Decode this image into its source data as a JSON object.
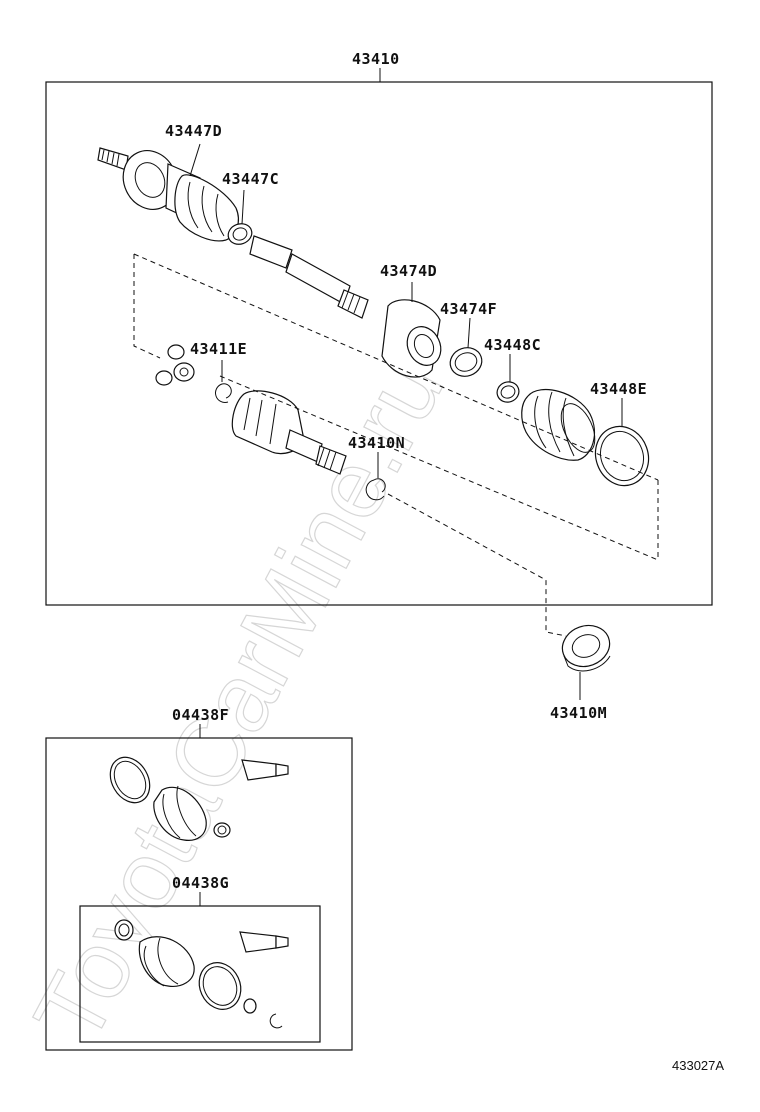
{
  "watermark": "ToyotaCarMine.ru",
  "figure_ref": "433027A",
  "labels": {
    "assembly": "43410",
    "l_43447D": "43447D",
    "l_43447C": "43447C",
    "l_43474D": "43474D",
    "l_43474F": "43474F",
    "l_43448C": "43448C",
    "l_43448E": "43448E",
    "l_43411E": "43411E",
    "l_43410N": "43410N",
    "l_43410M": "43410M",
    "kit_f": "04438F",
    "kit_g": "04438G"
  }
}
